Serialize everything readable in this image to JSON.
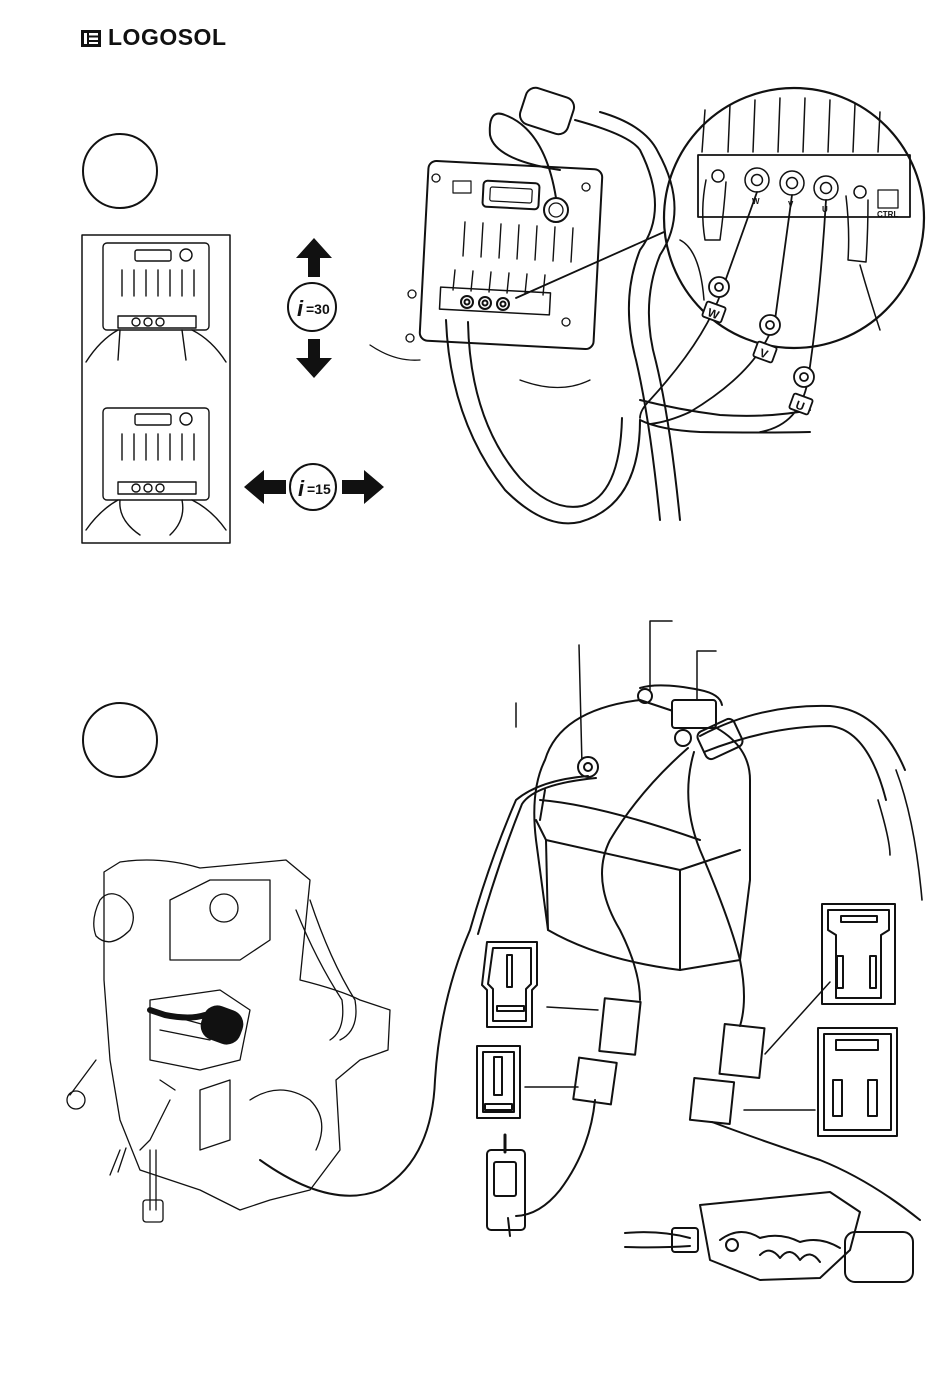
{
  "brand": {
    "name": "LOGOSOL"
  },
  "step1": {
    "ratio_vertical": {
      "i": "i",
      "value": "=30"
    },
    "ratio_horizontal": {
      "i": "i",
      "value": "=15"
    },
    "phase_labels": {
      "w": "W",
      "v": "V",
      "u": "U"
    },
    "ctrl_label": "CTRL"
  },
  "colors": {
    "ink": "#111111",
    "paper": "#ffffff",
    "shade": "#e6e6e6"
  }
}
